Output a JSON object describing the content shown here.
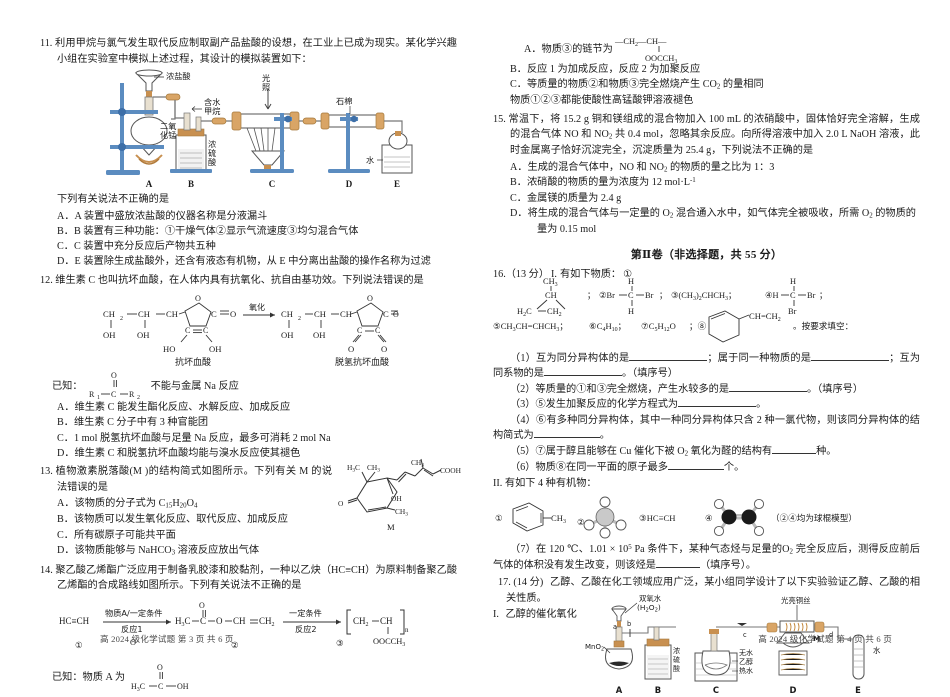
{
  "document": {
    "title": "高2024级化学试题",
    "footer_left": "高 2024 级化学试题  第 3 页  共 6 页",
    "footer_right": "高 2024 级化学试题  第 4 页  共 6 页"
  },
  "left_column": {
    "q11": {
      "number": "11.",
      "stem": "利用甲烷与氯气发生取代反应制取副产品盐酸的设想，在工业上已成为现实。某化学兴趣小组在实验室中模拟上述过程，其设计的模拟装置如下：",
      "diagram": {
        "labels": [
          "浓盐酸",
          "二氧化锰",
          "浓硫酸",
          "含水甲烷",
          "光照",
          "石棉",
          "水"
        ],
        "apparatus_letters": [
          "A",
          "B",
          "C",
          "D",
          "E"
        ]
      },
      "lead": "下列有关说法不正确的是",
      "options": [
        "A．A 装置中盛放浓盐酸的仪器名称是分液漏斗",
        "B．B 装置有三种功能：①干燥气体②显示气流速度③均匀混合气体",
        "C．C 装置中充分反应后产物共五种",
        "D．E 装置除生成盐酸外，还含有液态有机物，从 E 中分离出盐酸的操作名称为过滤"
      ]
    },
    "q12": {
      "number": "12.",
      "stem": "维生素 C 也叫抗坏血酸，在人体内具有抗氧化、抗自由基功效。下列说法错误的是",
      "scheme": {
        "arrow_label": "氧化",
        "left_name": "抗坏血酸",
        "right_name": "脱氢抗坏血酸",
        "left_chain": [
          "CH2",
          "CH",
          "CH"
        ],
        "left_oh": [
          "OH",
          "OH"
        ],
        "left_ring_oh": [
          "HO",
          "OH"
        ],
        "right_chain": [
          "CH2",
          "CH",
          "CH"
        ],
        "right_oh": [
          "OH",
          "OH"
        ],
        "right_ring_o": [
          "O",
          "O"
        ]
      },
      "known_prefix": "已知：",
      "known_text": "不能与金属 Na 反应",
      "known_struct": {
        "left": "R1",
        "right": "R2",
        "center": "C",
        "top": "O"
      },
      "options": [
        "A．维生素 C 能发生酯化反应、水解反应、加成反应",
        "B．维生素 C 分子中有 3 种官能团",
        "C．1 mol 脱氢抗坏血酸与足量 Na 反应，最多可消耗 2 mol Na",
        "D．维生素 C 和脱氢抗坏血酸均能与溴水反应使其褪色"
      ]
    },
    "q13": {
      "number": "13.",
      "stem": "植物激素脱落酸(M )的结构简式如图所示。下列有关 M 的说法错误的是",
      "structure_label": "M",
      "structure_groups": [
        "H3C",
        "CH3",
        "CH3",
        "COOH",
        "OH",
        "CH3",
        "O"
      ],
      "options": [
        "A．该物质的分子式为 C15H20O4",
        "B．该物质可以发生氧化反应、取代反应、加成反应",
        "C．所有碳原子可能共平面",
        "D．该物质能够与 NaHCO3 溶液反应放出气体"
      ]
    },
    "q14": {
      "number": "14.",
      "stem": "聚乙酸乙烯酯广泛应用于制备乳胶漆和胶黏剂，一种以乙炔（HC≡CH）为原料制备聚乙酸乙烯酯的合成路线如图所示。下列有关说法不正确的是",
      "scheme": {
        "start": "HC≡CH",
        "arrow1_top": "物质A/一定条件",
        "arrow1_bottom": "反应1",
        "mid": "H3C—C—O—CH=CH2",
        "arrow2_top": "一定条件",
        "arrow2_bottom": "反应2",
        "end_repeat": "CH2—CH",
        "end_sub": "OOCCH3",
        "end_n": "n",
        "numbers": [
          "①",
          "②",
          "③"
        ]
      },
      "known_prefix": "已知：物质 A 为",
      "known_struct": {
        "left": "H3C",
        "center": "C",
        "right": "OH",
        "top": "O"
      }
    }
  },
  "right_column": {
    "q14_options": [
      {
        "prefix": "A．",
        "text": "物质③的链节为",
        "struct_top": "—CH2—CH—",
        "struct_bottom": "OOCCH3"
      },
      {
        "prefix": "B．",
        "text": "反应 1 为加成反应，反应 2 为加聚反应"
      },
      {
        "prefix": "C．",
        "text": "等质量的物质②和物质③完全燃烧产生 CO2 的量相同"
      },
      {
        "prefix": "D．",
        "text": "物质①②③都能使酸性高锰酸钾溶液褪色"
      }
    ],
    "q15": {
      "number": "15.",
      "stem": "常温下，将 15.2 g 铜和镁组成的混合物加入 100 mL 的浓硝酸中，固体恰好完全溶解，生成的混合气体 NO 和 NO2 共 0.4 mol，忽略其余反应。向所得溶液中加入 2.0 L NaOH 溶液，此时金属离子恰好沉淀完全，沉淀质量为 25.4 g，下列说法不正确的是",
      "options": [
        "A．生成的混合气体中，NO 和 NO2 的物质的量之比为 1：3",
        "B．浓硝酸的物质的量为浓度为 12 mol·L-1",
        "C．金属镁的质量为 2.4 g",
        "D．将生成的混合气体与一定量的 O2 混合通入水中，如气体完全被吸收，所需 O2 的物质的量为 0.15 mol"
      ]
    },
    "section_heading": "第Ⅱ卷（非选择题，共 55 分）",
    "q16": {
      "number": "16.",
      "score": "（13 分）",
      "part1_label": "I.",
      "part1_stem": "有如下物质：",
      "items": [
        {
          "id": "①",
          "type": "ring",
          "label": "甲基环丙烷"
        },
        {
          "id": "②",
          "type": "struct",
          "label": "Br—C—Br"
        },
        {
          "id": "③",
          "type": "text",
          "label": "(CH3)2CHCH3"
        },
        {
          "id": "④",
          "type": "struct",
          "label": "H—C—Br"
        },
        {
          "id": "⑤",
          "type": "text",
          "label": "CH3CH=CHCH3"
        },
        {
          "id": "⑥",
          "type": "text",
          "label": "C4H10"
        },
        {
          "id": "⑦",
          "type": "text",
          "label": "C5H12O"
        },
        {
          "id": "⑧",
          "type": "ring2",
          "label": "CH=CH2"
        }
      ],
      "instruction": "按要求填空：",
      "blanks": [
        "（1）互为同分异构体的是__________；属于同一种物质的是__________；互为同系物的是__________。（填序号）",
        "（2）等质量的①和③完全燃烧，产生水较多的是__________。（填序号）",
        "（3）⑤发生加聚反应的化学方程式为__________。",
        "（4）⑥有多种同分异构体，其中一种同分异构体只含 2 种一氯代物，则该同分异构体的结构简式为__________。",
        "（5）⑦属于醇且能够在 Cu 催化下被 O2 氧化为醛的结构有______种。",
        "（6）物质⑧在同一平面的原子最多______个。"
      ],
      "part2_label": "II.",
      "part2_stem": "有如下 4 种有机物：",
      "part2_items": [
        {
          "id": "①",
          "label": "—CH3"
        },
        {
          "id": "②",
          "label": "ball-stick-methane"
        },
        {
          "id": "③",
          "label": "HC≡CH"
        },
        {
          "id": "④",
          "label": "ball-stick-ethene"
        }
      ],
      "part2_note": "（②④均为球棍模型）",
      "q7_text": "（7）在 120 ℃、1.01 × 105 Pa 条件下，某种气态烃与足量的O2 完全反应后，测得反应前后气体的体积没有发生改变，则该烃是______（填序号）。"
    },
    "q17": {
      "number": "17.",
      "score": "(14 分)",
      "stem": "乙醇、乙酸在化工领域应用广泛，某小组同学设计了以下实验验证乙醇、乙酸的相关性质。",
      "part_label": "I.",
      "part_title": "乙醇的催化氧化",
      "diagram": {
        "labels": [
          "双氧水",
          "(H2O2)",
          "MnO2",
          "浓硫酸",
          "无水乙醇",
          "热水",
          "光亮铜丝",
          "水",
          "M"
        ],
        "small_letters": [
          "a",
          "b",
          "c",
          "d"
        ],
        "apparatus_letters": [
          "A",
          "B",
          "C",
          "D",
          "E"
        ]
      }
    }
  },
  "colors": {
    "text": "#1a1a1a",
    "apparatus_blue": "#4a7fb5",
    "apparatus_tan": "#c89050",
    "apparatus_gray": "#9a9a9a",
    "footer": "#4a4a4a"
  }
}
